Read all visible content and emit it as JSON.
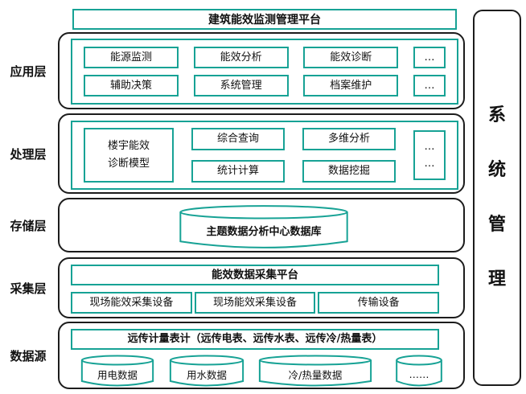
{
  "colors": {
    "accent": "#17a295",
    "outline": "#1c1c1c",
    "text": "#111111"
  },
  "title": "建筑能效监测管理平台",
  "side_panel": {
    "chars": [
      "系",
      "统",
      "管",
      "理"
    ]
  },
  "layers": {
    "application": {
      "label": "应用层",
      "row1": [
        "能源监测",
        "能效分析",
        "能效诊断",
        "…"
      ],
      "row2": [
        "辅助决策",
        "系统管理",
        "档案维护",
        "…"
      ]
    },
    "processing": {
      "label": "处理层",
      "model_line1": "楼宇能效",
      "model_line2": "诊断模型",
      "col1": [
        "综合查询",
        "统计计算"
      ],
      "col2": [
        "多维分析",
        "数据挖掘"
      ],
      "more": [
        "…",
        "…"
      ]
    },
    "storage": {
      "label": "存储层",
      "database": "主题数据分析中心数据库"
    },
    "collection": {
      "label": "采集层",
      "platform": "能效数据采集平台",
      "devices": [
        "现场能效采集设备",
        "现场能效采集设备",
        "传输设备"
      ]
    },
    "datasource": {
      "label": "数据源",
      "meters": "远传计量表计（远传电表、远传水表、远传冷/热量表）",
      "cylinders": [
        "用电数据",
        "用水数据",
        "冷/热量数据",
        "……"
      ]
    }
  }
}
